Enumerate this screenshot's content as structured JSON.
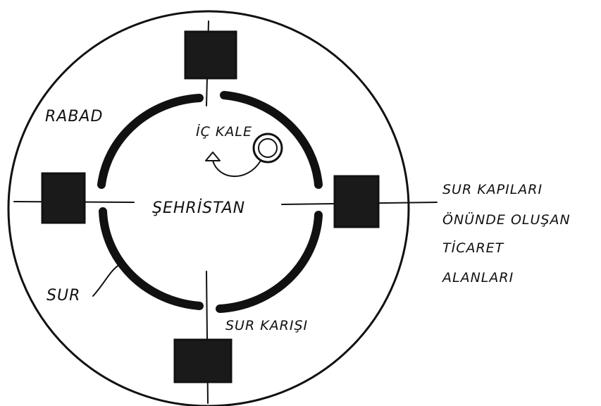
{
  "labels": {
    "rabad": "RABAD",
    "ic_kale": "İÇ KALE",
    "sehristan": "ŞEHRİSTAN",
    "sur": "SUR",
    "sur_karisi": "SUR KARIŞI",
    "ticaret_line1": "SUR KAPILARI",
    "ticaret_line2": "ÖNÜNDE OLUŞAN",
    "ticaret_line3": "TİCARET",
    "ticaret_line4": "ALANLARI"
  }
}
